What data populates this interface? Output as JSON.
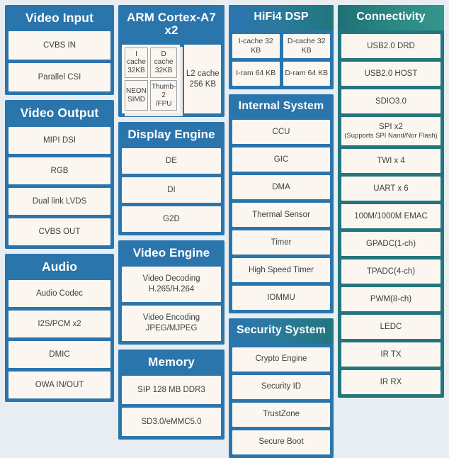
{
  "meta": {
    "diagram_title": "SoC Block Diagram",
    "colors": {
      "background": "#e7edf1",
      "blue": "#2b75ad",
      "teal": "#22767c",
      "chip_fill": "#fbf7f0",
      "chip_text": "#3f3f3f",
      "title_text": "#ffffff"
    }
  },
  "columns": [
    {
      "id": "column-1",
      "blocks": [
        {
          "id": "video-input",
          "title": "Video Input",
          "accent": "blue",
          "items": [
            {
              "label": "CVBS IN"
            },
            {
              "label": "Parallel CSI"
            }
          ]
        },
        {
          "id": "video-output",
          "title": "Video Output",
          "accent": "blue",
          "items": [
            {
              "label": "MIPI DSI"
            },
            {
              "label": "RGB"
            },
            {
              "label": "Dual link LVDS"
            },
            {
              "label": "CVBS OUT"
            }
          ]
        },
        {
          "id": "audio",
          "title": "Audio",
          "accent": "blue",
          "items": [
            {
              "label": "Audio Codec"
            },
            {
              "label": "I2S/PCM x2"
            },
            {
              "label": "DMIC"
            },
            {
              "label": "OWA IN/OUT"
            }
          ]
        }
      ]
    },
    {
      "id": "column-2",
      "blocks": [
        {
          "id": "arm-cortex-a7",
          "title": "ARM Cortex-A7 x2",
          "accent": "blue",
          "cache_cells": [
            {
              "line1": "I cache",
              "line2": "32KB"
            },
            {
              "line1": "D cache",
              "line2": "32KB"
            },
            {
              "line1": "NEON",
              "line2": "SIMD"
            },
            {
              "line1": "Thumb-2",
              "line2": "/FPU"
            }
          ],
          "l2_cache": {
            "line1": "L2 cache",
            "line2": "256 KB"
          }
        },
        {
          "id": "display-engine",
          "title": "Display Engine",
          "accent": "blue",
          "items": [
            {
              "label": "DE"
            },
            {
              "label": "DI"
            },
            {
              "label": "G2D"
            }
          ]
        },
        {
          "id": "video-engine",
          "title": "Video Engine",
          "accent": "blue",
          "items": [
            {
              "label": "Video Decoding",
              "sub": "H.265/H.264"
            },
            {
              "label": "Video Encoding",
              "sub": "JPEG/MJPEG"
            }
          ]
        },
        {
          "id": "memory",
          "title": "Memory",
          "accent": "blue",
          "items": [
            {
              "label": "SIP 128 MB DDR3"
            },
            {
              "label": "SD3.0/eMMC5.0"
            }
          ]
        }
      ]
    },
    {
      "id": "column-3",
      "blocks": [
        {
          "id": "hifi4-dsp",
          "title": "HiFi4 DSP",
          "accent": "gradient-blue-teal",
          "items": [
            {
              "label": "I-cache 32 KB"
            },
            {
              "label": "D-cache 32 KB"
            },
            {
              "label": "I-ram 64 KB"
            },
            {
              "label": "D-ram 64 KB"
            }
          ]
        },
        {
          "id": "internal-system",
          "title": "Internal System",
          "accent": "blue",
          "items": [
            {
              "label": "CCU"
            },
            {
              "label": "GIC"
            },
            {
              "label": "DMA"
            },
            {
              "label": "Thermal Sensor"
            },
            {
              "label": "Timer"
            },
            {
              "label": "High Speed Timer"
            },
            {
              "label": "IOMMU"
            }
          ]
        },
        {
          "id": "security-system",
          "title": "Security System",
          "accent": "gradient-blue-teal",
          "items": [
            {
              "label": "Crypto Engine"
            },
            {
              "label": "Security ID"
            },
            {
              "label": "TrustZone"
            },
            {
              "label": "Secure Boot"
            }
          ]
        }
      ]
    },
    {
      "id": "column-4",
      "blocks": [
        {
          "id": "connectivity",
          "title": "Connectivity",
          "accent": "teal",
          "items": [
            {
              "label": "USB2.0 DRD"
            },
            {
              "label": "USB2.0 HOST"
            },
            {
              "label": "SDIO3.0"
            },
            {
              "label": "SPI x2",
              "sub": "(Supports SPI Nand/Nor Flash)"
            },
            {
              "label": "TWI x 4"
            },
            {
              "label": "UART x 6"
            },
            {
              "label": "100M/1000M EMAC"
            },
            {
              "label": "GPADC(1-ch)"
            },
            {
              "label": "TPADC(4-ch)"
            },
            {
              "label": "PWM(8-ch)"
            },
            {
              "label": "LEDC"
            },
            {
              "label": "IR TX"
            },
            {
              "label": "IR RX"
            }
          ]
        }
      ]
    }
  ]
}
